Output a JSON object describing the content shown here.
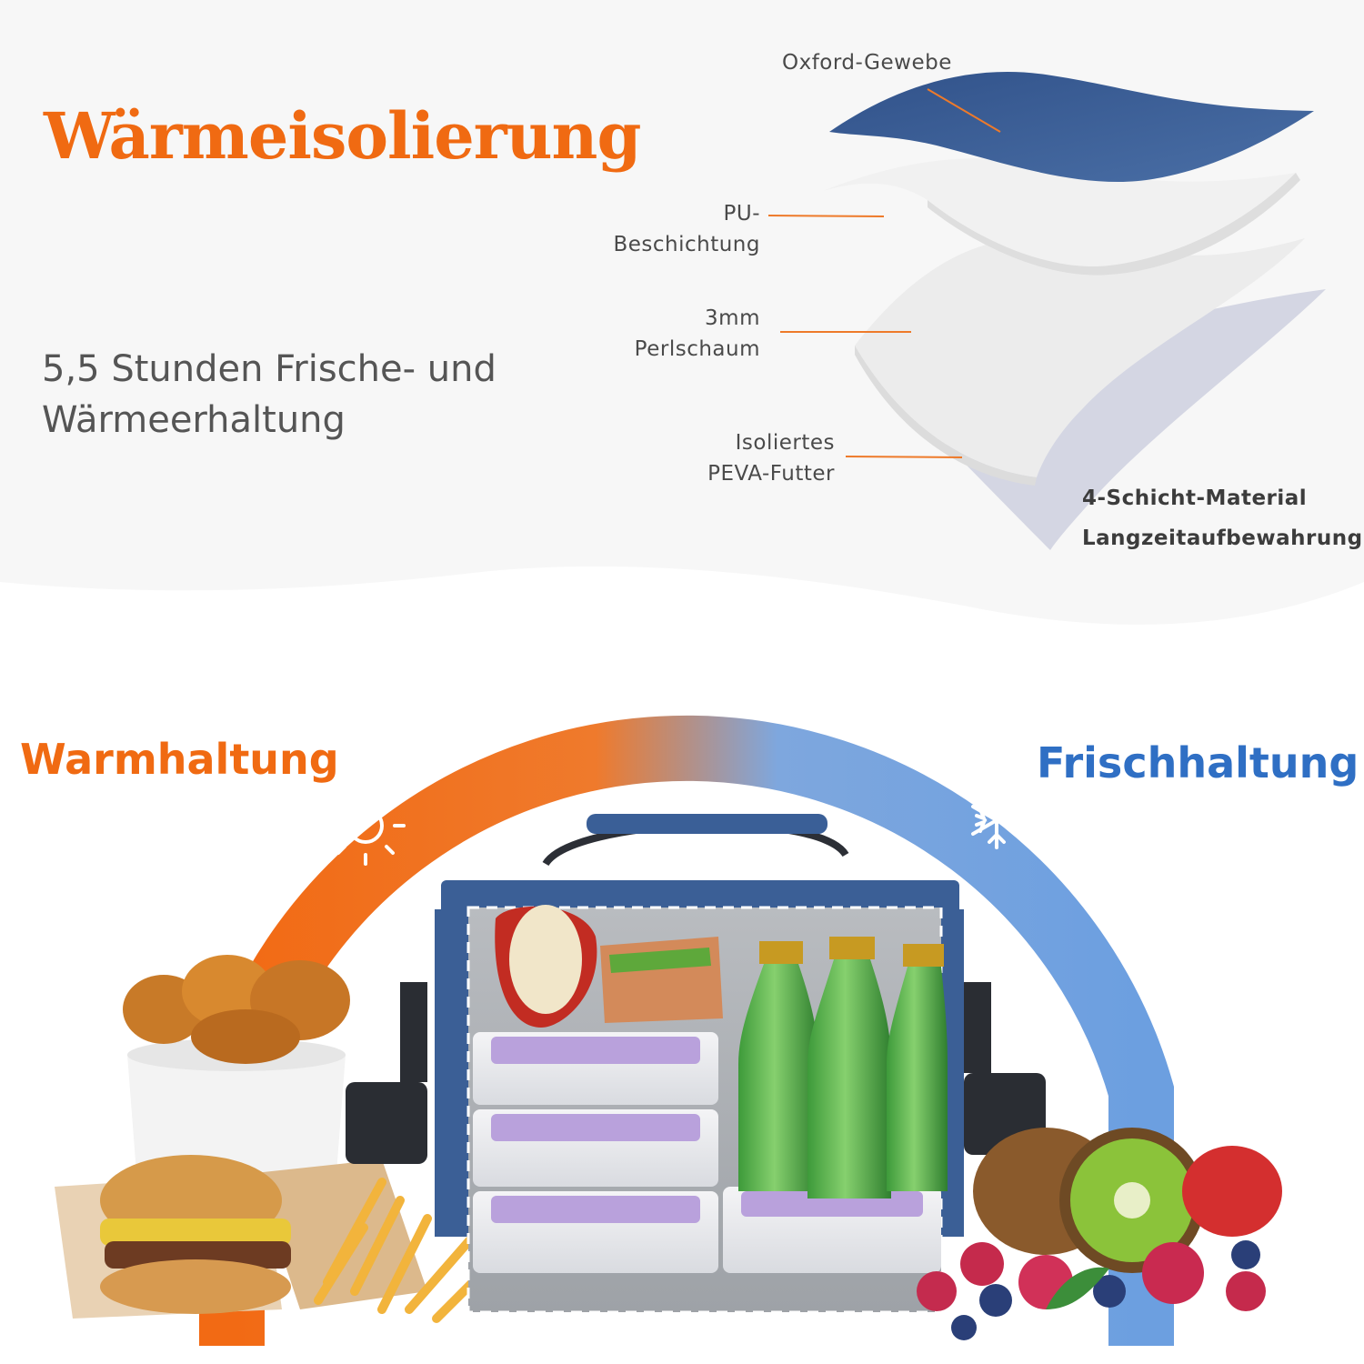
{
  "header": {
    "title": "Wärmeisolierung",
    "subtitle_line1": "5,5 Stunden Frische- und",
    "subtitle_line2": "Wärmeerhaltung"
  },
  "layers": {
    "oxford": "Oxford-Gewebe",
    "pu_line1": "PU-",
    "pu_line2": "Beschichtung",
    "foam_line1": "3mm",
    "foam_line2": "Perlschaum",
    "peva_line1": "Isoliertes",
    "peva_line2": "PEVA-Futter"
  },
  "features": {
    "line1": "4-Schicht-Material",
    "line2": "Langzeitaufbewahrung"
  },
  "modes": {
    "warm": "Warmhaltung",
    "fresh": "Frischhaltung"
  },
  "colors": {
    "accent_orange": "#f06a12",
    "accent_blue": "#2f6fc4",
    "oxford_blue": "#3b5f96",
    "bag_interior": "#a9adb2"
  },
  "icons": {
    "warm": "sun-icon",
    "fresh": "snowflake-icon"
  }
}
